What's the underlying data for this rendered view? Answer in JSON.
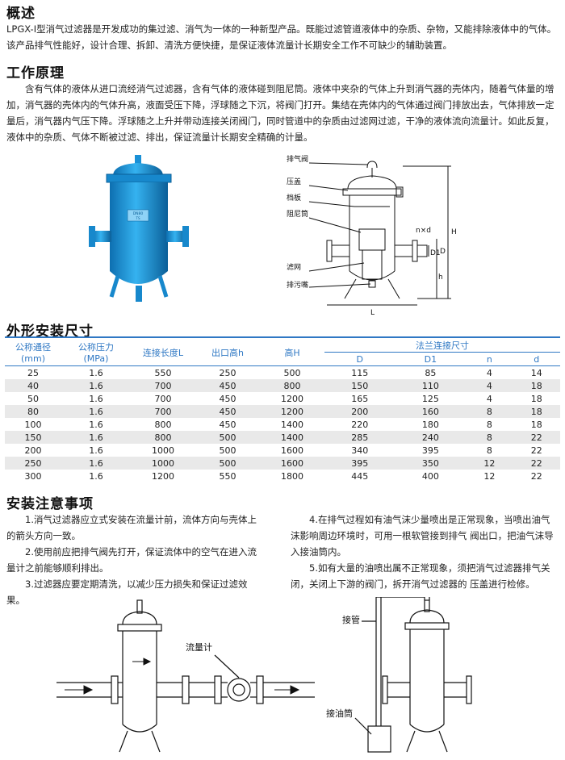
{
  "overview": {
    "title": "概述",
    "text": "LPGX-Ⅰ型消气过滤器是开发成功的集过滤、消气为一体的一种新型产品。既能过滤管道液体中的杂质、杂物，又能排除液体中的气体。该产品排气性能好，设计合理、拆卸、清洗方便快捷，是保证液体流量计长期安全工作不可缺少的辅助装置。"
  },
  "principle": {
    "title": "工作原理",
    "text": "含有气体的液体从进口流经消气过滤器，含有气体的液体碰到阻尼筒。液体中夹杂的气体上升到消气器的壳体内，随着气体量的增加，消气器的壳体内的气体升高，液面受压下降，浮球随之下沉，将阀门打开。集结在壳体内的气体通过阀门排放出去，气体排放一定量后，消气器内气压下降。浮球随之上升并带动连接关闭阀门，同时管道中的杂质由过滤网过滤，干净的液体流向流量计。如此反复，液体中的杂质、气体不断被过滤、排出，保证流量计长期安全精确的计量。"
  },
  "photo": {
    "plate_line1": "DN80",
    "plate_line2": "TS"
  },
  "diagram": {
    "labels": [
      "排气阀",
      "压盖",
      "档板",
      "阻尼筒",
      "滤网",
      "排污嘴"
    ],
    "dim_nxd": "n×d",
    "dim_D1": "D1",
    "dim_D": "D",
    "dim_H": "H",
    "dim_h": "h",
    "dim_L": "L"
  },
  "dimensions": {
    "title": "外形安装尺寸",
    "headers": {
      "dn_line1": "公称通径",
      "dn_line2": "(mm)",
      "pn_line1": "公称压力",
      "pn_line2": "(MPa)",
      "length": "连接长度L",
      "outlet_h": "出口高h",
      "height": "高H",
      "flange": "法兰连接尺寸",
      "D": "D",
      "D1": "D1",
      "n": "n",
      "d": "d"
    },
    "rows": [
      [
        "25",
        "1.6",
        "550",
        "250",
        "500",
        "115",
        "85",
        "4",
        "14"
      ],
      [
        "40",
        "1.6",
        "700",
        "450",
        "800",
        "150",
        "110",
        "4",
        "18"
      ],
      [
        "50",
        "1.6",
        "700",
        "450",
        "1200",
        "165",
        "125",
        "4",
        "18"
      ],
      [
        "80",
        "1.6",
        "700",
        "450",
        "1200",
        "200",
        "160",
        "8",
        "18"
      ],
      [
        "100",
        "1.6",
        "800",
        "450",
        "1400",
        "220",
        "180",
        "8",
        "18"
      ],
      [
        "150",
        "1.6",
        "800",
        "500",
        "1400",
        "285",
        "240",
        "8",
        "22"
      ],
      [
        "200",
        "1.6",
        "1000",
        "500",
        "1600",
        "340",
        "395",
        "8",
        "22"
      ],
      [
        "250",
        "1.6",
        "1000",
        "500",
        "1600",
        "395",
        "350",
        "12",
        "22"
      ],
      [
        "300",
        "1.6",
        "1200",
        "550",
        "1800",
        "445",
        "400",
        "12",
        "22"
      ]
    ]
  },
  "install": {
    "title": "安装注意事项",
    "left": [
      "1.消气过滤器应立式安装在流量计前，流体方向与壳体上的箭头方向一致。",
      "2.使用前应把排气阀先打开，保证流体中的空气在进入流量计之前能够顺利排出。",
      "3.过滤器应要定期清洗，以减少压力损失和保证过滤效果。"
    ],
    "right": [
      "4.在排气过程如有油气沫少量喷出是正常现象，当喷出油气沫影响周边环境时，可用一根软管接到排气 阀出口，把油气沫导入接油筒内。",
      "5.如有大量的油喷出属不正常现象，须把消气过滤器排气关闭，关闭上下游的阀门，拆开消气过滤器的 压盖进行检修。"
    ]
  },
  "bottom_left": {
    "flowmeter_label": "流量计"
  },
  "bottom_right": {
    "pipe_label": "接管",
    "oil_can_label": "接油筒"
  },
  "colors": {
    "accent": "#2f78c4",
    "tank": "#1d9fe6",
    "alt_row": "#e9e9e9"
  }
}
